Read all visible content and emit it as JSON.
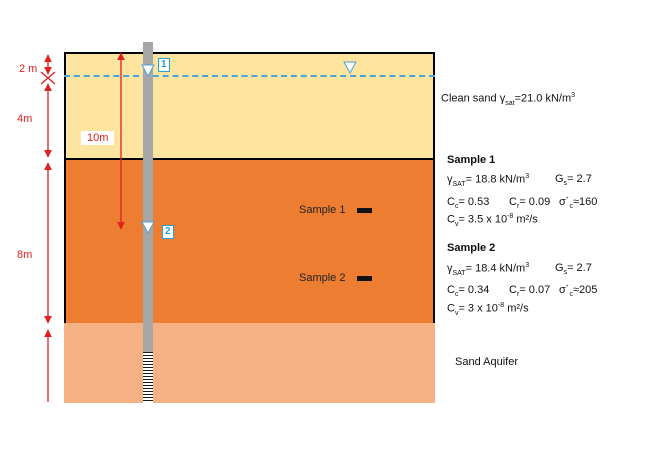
{
  "depth_labels": {
    "top": "2 m",
    "middle": "4m",
    "bottom": "8m"
  },
  "span_label": "10m",
  "piezometers": {
    "p1": "1",
    "p2": "2"
  },
  "samples": {
    "s1": "Sample 1",
    "s2": "Sample 2"
  },
  "layers": {
    "sand": {
      "label": "Clean sand γ",
      "sub": "sat",
      "value": "=21.0 kN/m",
      "exp": "3"
    },
    "aquifer": "Sand Aquifer"
  },
  "sample1": {
    "title": "Sample 1",
    "gamma": "γ",
    "gamma_sub": "SAT",
    "gamma_val": "= 18.8 kN/m",
    "gamma_exp": "3",
    "gs": "G",
    "gs_sub": "s",
    "gs_val": "= 2.7",
    "cc": "C",
    "cc_sub": "c",
    "cc_val": "= 0.53",
    "cr": "C",
    "cr_sub": "r",
    "cr_val": "= 0.09",
    "sig": "σ´",
    "sig_sub": "c",
    "sig_val": "≈160",
    "cv": "C",
    "cv_sub": "v",
    "cv_val": "= 3.5 x 10",
    "cv_exp": "-8",
    "cv_unit": " m²/s"
  },
  "sample2": {
    "title": "Sample 2",
    "gamma": "γ",
    "gamma_sub": "SAT",
    "gamma_val": "= 18.4 kN/m",
    "gamma_exp": "3",
    "gs": "G",
    "gs_sub": "s",
    "gs_val": "= 2.7",
    "cc": "C",
    "cc_sub": "c",
    "cc_val": "= 0.34",
    "cr": "C",
    "cr_sub": "r",
    "cr_val": "= 0.07",
    "sig": "σ´",
    "sig_sub": "c",
    "sig_val": "≈205",
    "cv": "C",
    "cv_sub": "v",
    "cv_val": "= 3 x 10",
    "cv_exp": "-8",
    "cv_unit": " m²/s"
  },
  "colors": {
    "sand": "#fde59f",
    "clay": "#ed7d31",
    "aquifer": "#f4b183",
    "water_table": "#4aa3df",
    "dimension": "#e02020"
  }
}
